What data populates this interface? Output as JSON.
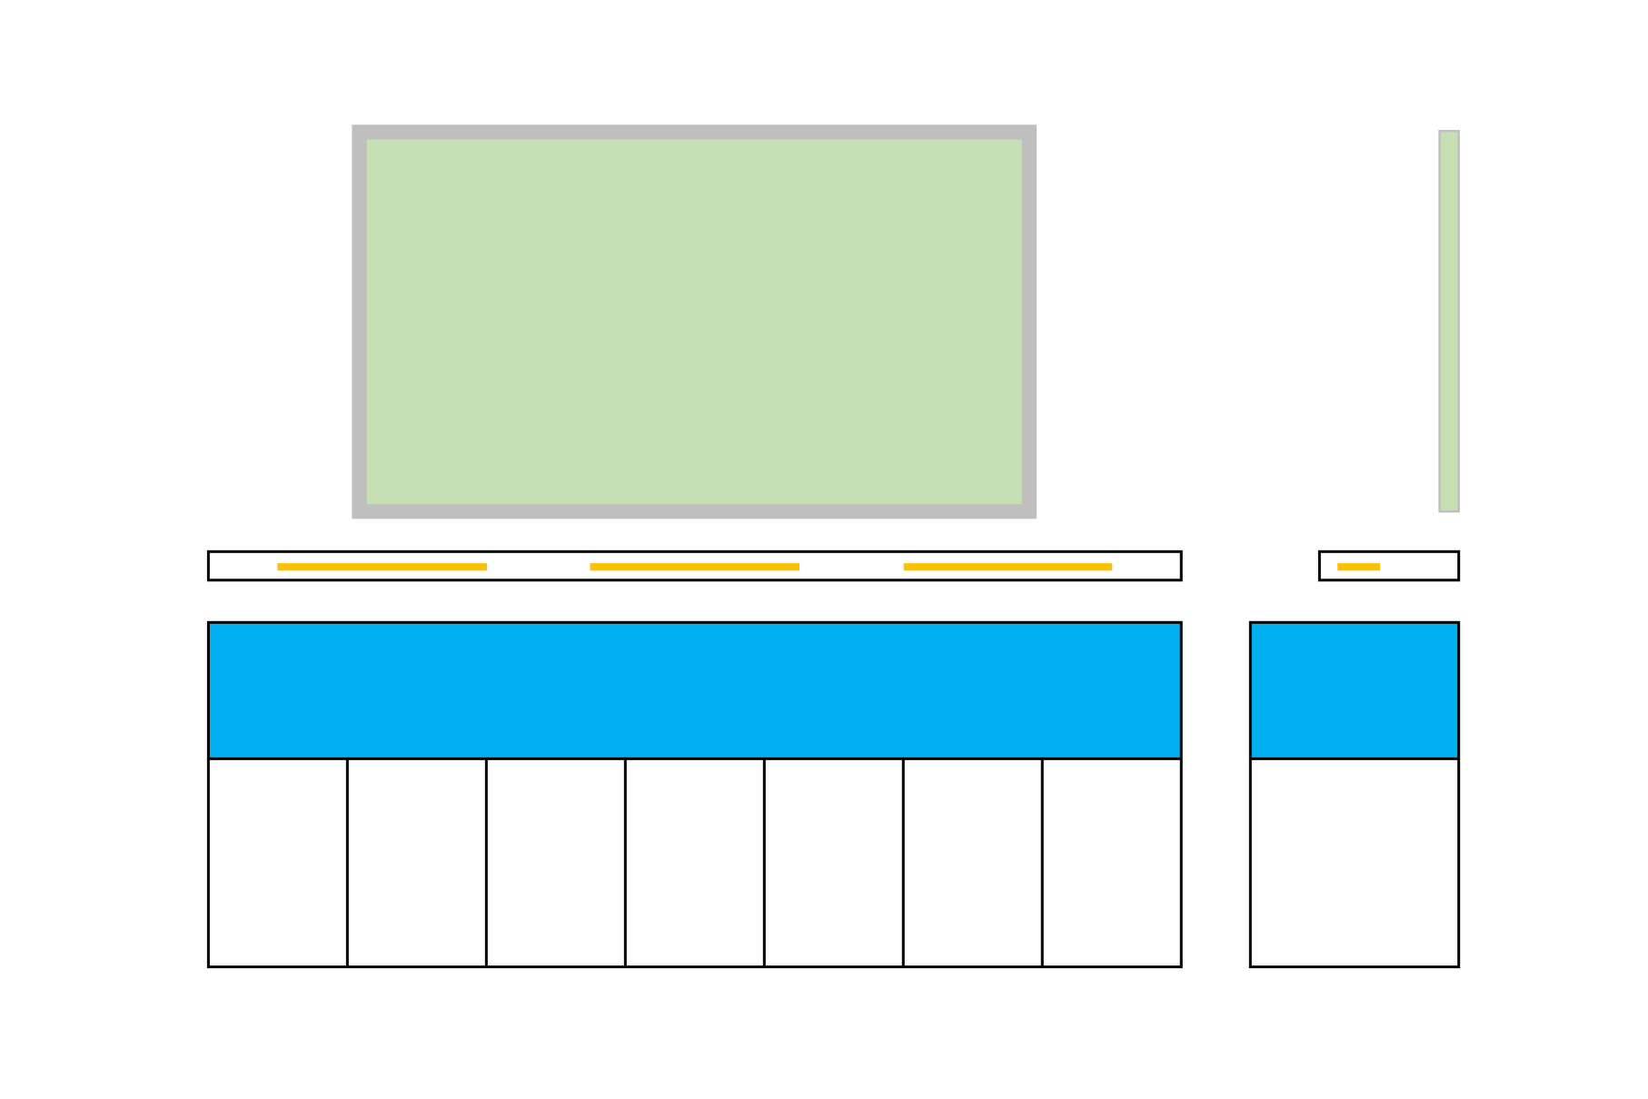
{
  "diagram": {
    "colors": {
      "background": "#ffffff",
      "panel_fill": "#c6e0b4",
      "panel_border": "#bfbfbf",
      "strip_border": "#000000",
      "marker": "#ffc000",
      "header_fill": "#00b0f0",
      "cell_fill": "#ffffff",
      "grid_line": "#000000"
    },
    "main_table": {
      "columns": 7
    },
    "side_table": {
      "columns": 1
    },
    "main_strip": {
      "markers": 3
    },
    "side_strip": {
      "markers": 1
    }
  }
}
